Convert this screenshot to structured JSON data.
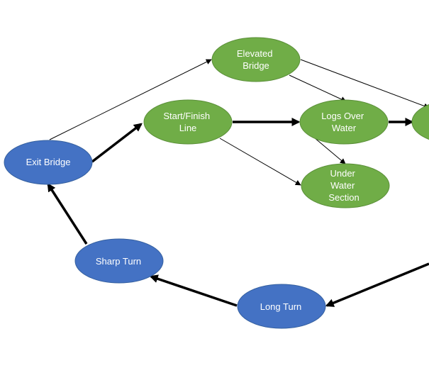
{
  "nodes": {
    "elevated_bridge": {
      "lines": [
        "Elevated",
        "Bridge"
      ],
      "color": "#70ad47"
    },
    "start_finish_line": {
      "lines": [
        "Start/Finish",
        "Line"
      ],
      "color": "#70ad47"
    },
    "logs_over_water": {
      "lines": [
        "Logs Over",
        "Water"
      ],
      "color": "#70ad47"
    },
    "under_water_section": {
      "lines": [
        "Under",
        "Water",
        "Section"
      ],
      "color": "#70ad47"
    },
    "offscreen_node": {
      "lines": [],
      "color": "#70ad47"
    },
    "exit_bridge": {
      "lines": [
        "Exit Bridge"
      ],
      "color": "#4472c4"
    },
    "sharp_turn": {
      "lines": [
        "Sharp Turn"
      ],
      "color": "#4472c4"
    },
    "long_turn": {
      "lines": [
        "Long Turn"
      ],
      "color": "#4472c4"
    }
  },
  "edges": [
    {
      "from": "exit_bridge",
      "to": "elevated_bridge",
      "weight": "thin"
    },
    {
      "from": "exit_bridge",
      "to": "start_finish_line",
      "weight": "thick"
    },
    {
      "from": "start_finish_line",
      "to": "logs_over_water",
      "weight": "thick"
    },
    {
      "from": "start_finish_line",
      "to": "under_water_section",
      "weight": "thin"
    },
    {
      "from": "elevated_bridge",
      "to": "logs_over_water",
      "weight": "thin"
    },
    {
      "from": "elevated_bridge",
      "to": "offscreen_node",
      "weight": "thin"
    },
    {
      "from": "logs_over_water",
      "to": "under_water_section",
      "weight": "thin"
    },
    {
      "from": "logs_over_water",
      "to": "offscreen_node",
      "weight": "thick"
    },
    {
      "from": "offscreen_right",
      "to": "long_turn",
      "weight": "thick"
    },
    {
      "from": "long_turn",
      "to": "sharp_turn",
      "weight": "thick"
    },
    {
      "from": "sharp_turn",
      "to": "exit_bridge",
      "weight": "thick"
    }
  ],
  "colors": {
    "edge": "#000000",
    "node_stroke_green": "#5a8f38",
    "node_stroke_blue": "#35609f",
    "label": "#ffffff"
  }
}
